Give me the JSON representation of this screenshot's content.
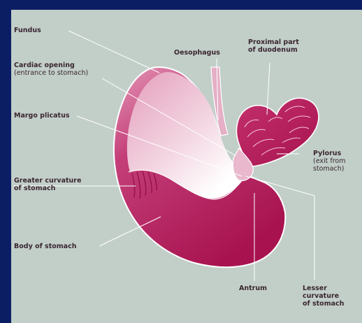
{
  "colors": {
    "frame": "#0c1e63",
    "panel": "#c2cfc9",
    "stomach_dark": "#a8134f",
    "stomach_mid": "#cc4c83",
    "stomach_light": "#f0cddd",
    "outline": "#ffffff",
    "label_text": "#3a2630",
    "leader_line": "#ffffff"
  },
  "labels": {
    "fundus": "Fundus",
    "oesophagus": "Oesophagus",
    "duodenum_line1": "Proximal part",
    "duodenum_line2": "of duodenum",
    "cardiac_title": "Cardiac opening",
    "cardiac_sub": "(entrance to stomach)",
    "margo": "Margo plicatus",
    "pylorus_title": "Pylorus",
    "pylorus_sub1": "(exit from",
    "pylorus_sub2": "stomach)",
    "greater_line1": "Greater curvature",
    "greater_line2": "of stomach",
    "body": "Body of stomach",
    "antrum": "Antrum",
    "lesser_line1": "Lesser",
    "lesser_line2": "curvature",
    "lesser_line3": "of stomach"
  }
}
